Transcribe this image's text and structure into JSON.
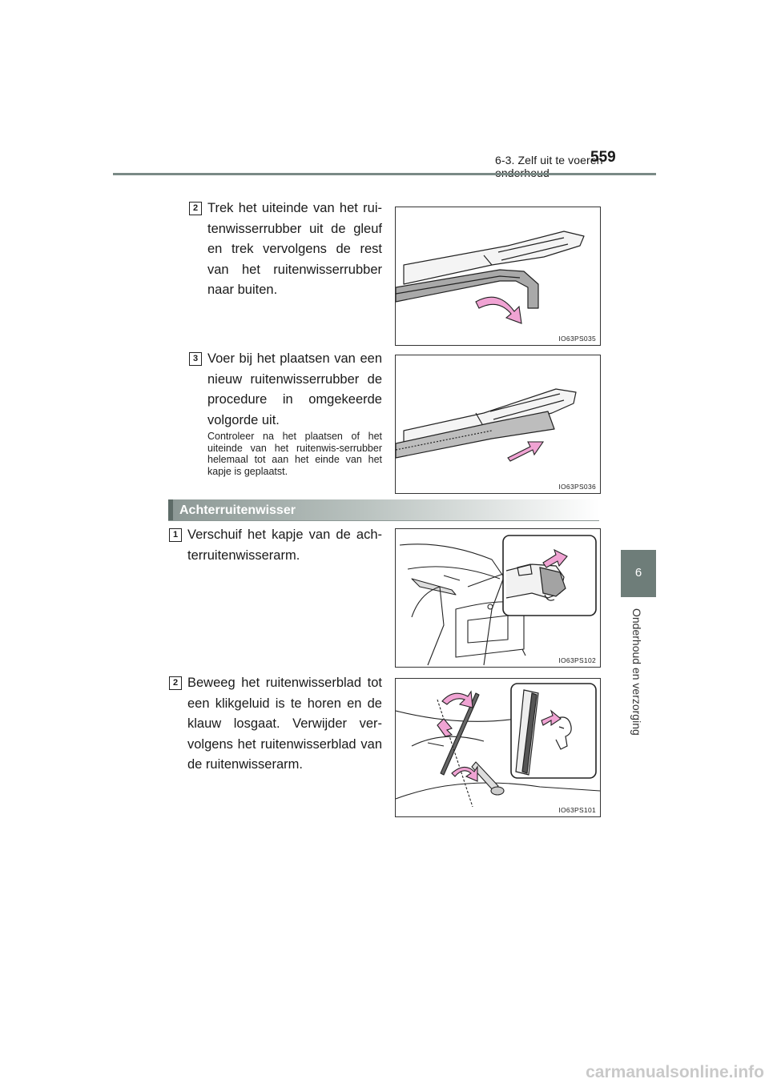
{
  "header": {
    "section": "6-3. Zelf uit te voeren onderhoud",
    "page_number": "559"
  },
  "side_tab": {
    "number": "6",
    "label": "Onderhoud en verzorging"
  },
  "steps": [
    {
      "badge": "2",
      "text": "Trek het uiteinde van het rui-tenwisserrubber uit de gleuf en trek vervolgens de rest van het ruitenwisserrubber naar buiten.",
      "figure_code": "IO63PS035"
    },
    {
      "badge": "3",
      "text": "Voer bij het plaatsen van een nieuw ruitenwisserrubber de procedure in omgekeerde volgorde uit.",
      "note": "Controleer na het plaatsen of het uiteinde van het ruitenwis-serrubber helemaal tot aan het einde van het kapje is geplaatst.",
      "figure_code": "IO63PS036"
    }
  ],
  "rear_section": {
    "heading": "Achterruitenwisser",
    "steps": [
      {
        "badge": "1",
        "text": "Verschuif het kapje van de ach-terruitenwisserarm.",
        "figure_code": "IO63PS102"
      },
      {
        "badge": "2",
        "text": "Beweeg het ruitenwisserblad tot een klikgeluid is te horen en de klauw losgaat. Verwijder ver-volgens het ruitenwisserblad van de ruitenwisserarm.",
        "figure_code": "IO63PS101"
      }
    ]
  },
  "watermark": "carmanualsonline.info",
  "colors": {
    "rule": "#7a8a86",
    "tab": "#6e7d79",
    "arrow_pink": "#f0a3d3",
    "rubber_gray": "#a9a9a9"
  }
}
